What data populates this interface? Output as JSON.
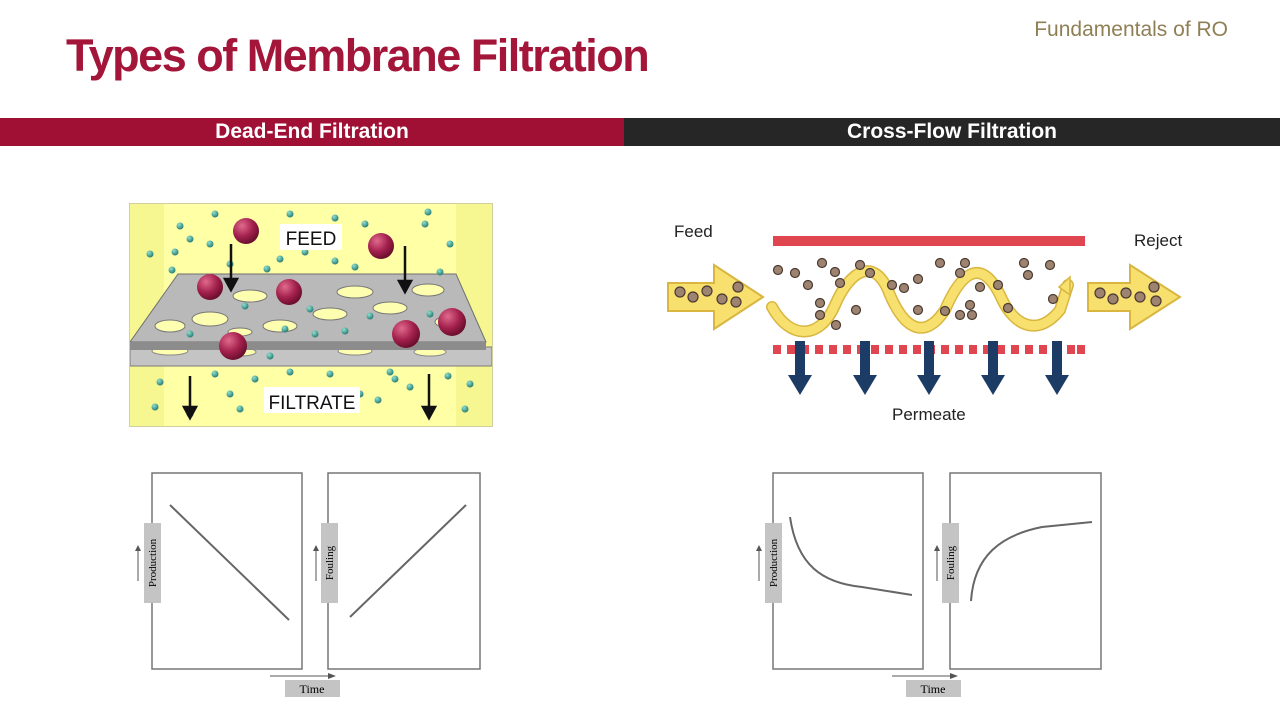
{
  "header": {
    "title": "Types of Membrane Filtration",
    "course": "Fundamentals of RO"
  },
  "sections": {
    "dead_end": {
      "label": "Dead-End Filtration"
    },
    "cross_flow": {
      "label": "Cross-Flow Filtration"
    }
  },
  "dead_end_diagram": {
    "feed_label": "FEED",
    "filtrate_label": "FILTRATE"
  },
  "cross_flow_diagram": {
    "feed_label": "Feed",
    "reject_label": "Reject",
    "permeate_label": "Permeate"
  },
  "colors": {
    "title": "#a3163a",
    "dead_end_bar": "#a00f34",
    "cross_flow_bar": "#262626",
    "course_text": "#8f7f55",
    "membrane_red": "#e04650",
    "permeate_arrow": "#1c3c66",
    "flow_yellow": "#f7e06e"
  },
  "plots": {
    "dead_end_production": {
      "ylabel": "Production",
      "trend": "decreasing-linear"
    },
    "dead_end_fouling": {
      "ylabel": "Fouling",
      "trend": "increasing-linear"
    },
    "cross_flow_production": {
      "ylabel": "Production",
      "trend": "decreasing-plateau"
    },
    "cross_flow_fouling": {
      "ylabel": "Fouling",
      "trend": "increasing-plateau"
    },
    "xlabel": "Time"
  }
}
